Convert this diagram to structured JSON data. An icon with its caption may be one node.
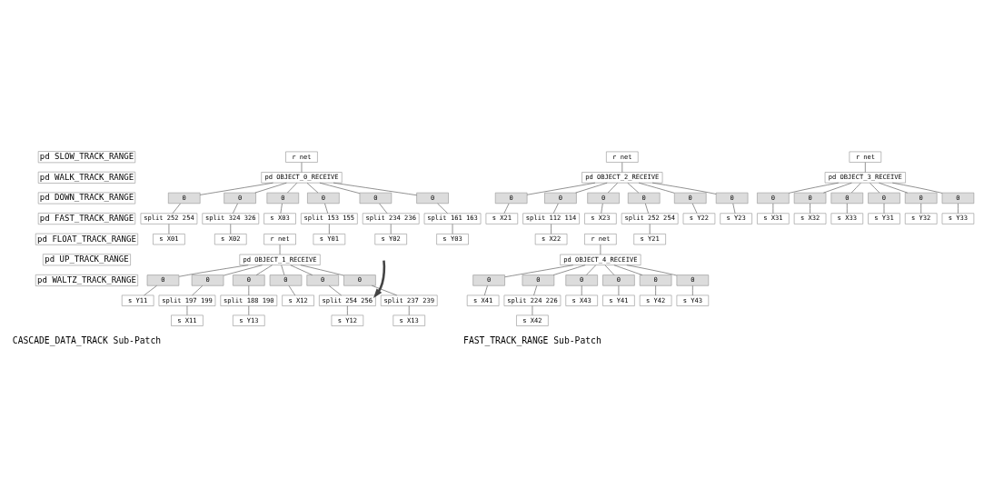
{
  "diagram": {
    "nodes": [
      {
        "text": [
          "pd SLOW_TRACK_RANGE"
        ]
      },
      {
        "text": [
          "pd WALK_TRACK_RANGE"
        ]
      },
      {
        "text": [
          "pd DOWN_TRACK_RANGE"
        ]
      },
      {
        "text": [
          "pd FAST_TRACK_RANGE"
        ]
      },
      {
        "text": [
          "pd FLOAT_TRACK_RANGE"
        ]
      },
      {
        "text": [
          "pd UP_TRACK_RANGE"
        ]
      },
      {
        "text": [
          "pd WALTZ_TRACK_RANGE"
        ]
      },
      {
        "text": [
          "r net"
        ]
      },
      {
        "text": [
          "pd OBJECT_0_RECEIVE"
        ]
      },
      {
        "text": [
          "0"
        ]
      },
      {
        "text": [
          "split 252 254"
        ]
      },
      {
        "text": [
          "s X01"
        ]
      },
      {
        "text": [
          "0"
        ]
      },
      {
        "text": [
          "split 324 326"
        ]
      },
      {
        "text": [
          "s X02"
        ]
      },
      {
        "text": [
          "0"
        ]
      },
      {
        "text": [
          "s X03"
        ]
      },
      {
        "text": [
          "0"
        ]
      },
      {
        "text": [
          "split 153 155"
        ]
      },
      {
        "text": [
          "s Y01"
        ]
      },
      {
        "text": [
          "0"
        ]
      },
      {
        "text": [
          "split 234 236"
        ]
      },
      {
        "text": [
          "s Y02"
        ]
      },
      {
        "text": [
          "0"
        ]
      },
      {
        "text": [
          "split 161 163"
        ]
      },
      {
        "text": [
          "s Y03"
        ]
      },
      {
        "text": [
          "r net"
        ]
      },
      {
        "text": [
          "pd OBJECT_1_RECEIVE"
        ]
      },
      {
        "text": [
          "0"
        ]
      },
      {
        "text": [
          "split 197 199"
        ]
      },
      {
        "text": [
          "s X11"
        ]
      },
      {
        "text": [
          "0"
        ]
      },
      {
        "text": [
          "s X12"
        ]
      },
      {
        "text": [
          "0"
        ]
      },
      {
        "text": [
          "split 237 239"
        ]
      },
      {
        "text": [
          "s X13"
        ]
      },
      {
        "text": [
          "0"
        ]
      },
      {
        "text": [
          "s Y11"
        ]
      },
      {
        "text": [
          "0"
        ]
      },
      {
        "text": [
          "split 254 256"
        ]
      },
      {
        "text": [
          "s Y12"
        ]
      },
      {
        "text": [
          "0"
        ]
      },
      {
        "text": [
          "split 188 190"
        ]
      },
      {
        "text": [
          "s Y13"
        ]
      },
      {
        "text": [
          "r net"
        ]
      },
      {
        "text": [
          "pd OBJECT_2_RECEIVE"
        ]
      },
      {
        "text": [
          "0"
        ]
      },
      {
        "text": [
          "s X21"
        ]
      },
      {
        "text": [
          "0"
        ]
      },
      {
        "text": [
          "split 112 114"
        ]
      },
      {
        "text": [
          "s X22"
        ]
      },
      {
        "text": [
          "0"
        ]
      },
      {
        "text": [
          "s X23"
        ]
      },
      {
        "text": [
          "0"
        ]
      },
      {
        "text": [
          "split 252 254"
        ]
      },
      {
        "text": [
          "s Y21"
        ]
      },
      {
        "text": [
          "0"
        ]
      },
      {
        "text": [
          "s Y22"
        ]
      },
      {
        "text": [
          "0"
        ]
      },
      {
        "text": [
          "s Y23"
        ]
      },
      {
        "text": [
          "r net"
        ]
      },
      {
        "text": [
          "pd OBJECT_3_RECEIVE"
        ]
      },
      {
        "text": [
          "0"
        ]
      },
      {
        "text": [
          "s X31"
        ]
      },
      {
        "text": [
          "0"
        ]
      },
      {
        "text": [
          "s X32"
        ]
      },
      {
        "text": [
          "0"
        ]
      },
      {
        "text": [
          "s X33"
        ]
      },
      {
        "text": [
          "0"
        ]
      },
      {
        "text": [
          "s Y31"
        ]
      },
      {
        "text": [
          "0"
        ]
      },
      {
        "text": [
          "s Y32"
        ]
      },
      {
        "text": [
          "0"
        ]
      },
      {
        "text": [
          "s Y33"
        ]
      },
      {
        "text": [
          "r net"
        ]
      },
      {
        "text": [
          "pd OBJECT_4_RECEIVE"
        ]
      },
      {
        "text": [
          "0"
        ]
      },
      {
        "text": [
          "s X41"
        ]
      },
      {
        "text": [
          "0"
        ]
      },
      {
        "text": [
          "split 224 226"
        ]
      },
      {
        "text": [
          "s X42"
        ]
      },
      {
        "text": [
          "0"
        ]
      },
      {
        "text": [
          "s X43"
        ]
      },
      {
        "text": [
          "0"
        ]
      },
      {
        "text": [
          "s Y41"
        ]
      },
      {
        "text": [
          "0"
        ]
      },
      {
        "text": [
          "s Y42"
        ]
      },
      {
        "text": [
          "0"
        ]
      },
      {
        "text": [
          "s Y43"
        ]
      }
    ],
    "edges": [
      {
        "from": 7,
        "to": 8,
        "arrow": "none"
      },
      {
        "from": 8,
        "to": 9,
        "arrow": "none"
      },
      {
        "from": 9,
        "to": 10,
        "arrow": "none"
      },
      {
        "from": 10,
        "to": 11,
        "arrow": "none"
      },
      {
        "from": 8,
        "to": 12,
        "arrow": "none"
      },
      {
        "from": 12,
        "to": 13,
        "arrow": "none"
      },
      {
        "from": 13,
        "to": 14,
        "arrow": "none"
      },
      {
        "from": 8,
        "to": 15,
        "arrow": "none"
      },
      {
        "from": 15,
        "to": 16,
        "arrow": "none"
      },
      {
        "from": 8,
        "to": 17,
        "arrow": "none"
      },
      {
        "from": 17,
        "to": 18,
        "arrow": "none"
      },
      {
        "from": 18,
        "to": 19,
        "arrow": "none"
      },
      {
        "from": 8,
        "to": 20,
        "arrow": "none"
      },
      {
        "from": 20,
        "to": 21,
        "arrow": "none"
      },
      {
        "from": 21,
        "to": 22,
        "arrow": "none"
      },
      {
        "from": 8,
        "to": 23,
        "arrow": "none"
      },
      {
        "from": 23,
        "to": 24,
        "arrow": "none"
      },
      {
        "from": 24,
        "to": 25,
        "arrow": "none"
      },
      {
        "from": 26,
        "to": 27,
        "arrow": "none"
      },
      {
        "from": 27,
        "to": 28,
        "arrow": "none"
      },
      {
        "from": 28,
        "to": 29,
        "arrow": "none"
      },
      {
        "from": 29,
        "to": 30,
        "arrow": "none"
      },
      {
        "from": 27,
        "to": 31,
        "arrow": "none"
      },
      {
        "from": 31,
        "to": 32,
        "arrow": "none"
      },
      {
        "from": 27,
        "to": 33,
        "arrow": "none"
      },
      {
        "from": 33,
        "to": 34,
        "arrow": "none"
      },
      {
        "from": 34,
        "to": 35,
        "arrow": "none"
      },
      {
        "from": 27,
        "to": 36,
        "arrow": "none"
      },
      {
        "from": 36,
        "to": 37,
        "arrow": "none"
      },
      {
        "from": 27,
        "to": 38,
        "arrow": "none"
      },
      {
        "from": 38,
        "to": 39,
        "arrow": "none"
      },
      {
        "from": 39,
        "to": 40,
        "arrow": "none"
      },
      {
        "from": 27,
        "to": 41,
        "arrow": "none"
      },
      {
        "from": 41,
        "to": 42,
        "arrow": "none"
      },
      {
        "from": 42,
        "to": 43,
        "arrow": "none"
      },
      {
        "from": 44,
        "to": 45,
        "arrow": "none"
      },
      {
        "from": 45,
        "to": 46,
        "arrow": "none"
      },
      {
        "from": 46,
        "to": 47,
        "arrow": "none"
      },
      {
        "from": 45,
        "to": 48,
        "arrow": "none"
      },
      {
        "from": 48,
        "to": 49,
        "arrow": "none"
      },
      {
        "from": 49,
        "to": 50,
        "arrow": "none"
      },
      {
        "from": 45,
        "to": 51,
        "arrow": "none"
      },
      {
        "from": 51,
        "to": 52,
        "arrow": "none"
      },
      {
        "from": 45,
        "to": 53,
        "arrow": "none"
      },
      {
        "from": 53,
        "to": 54,
        "arrow": "none"
      },
      {
        "from": 54,
        "to": 55,
        "arrow": "none"
      },
      {
        "from": 45,
        "to": 56,
        "arrow": "none"
      },
      {
        "from": 56,
        "to": 57,
        "arrow": "none"
      },
      {
        "from": 45,
        "to": 58,
        "arrow": "none"
      },
      {
        "from": 58,
        "to": 59,
        "arrow": "none"
      },
      {
        "from": 60,
        "to": 61,
        "arrow": "none"
      },
      {
        "from": 61,
        "to": 62,
        "arrow": "none"
      },
      {
        "from": 62,
        "to": 63,
        "arrow": "none"
      },
      {
        "from": 61,
        "to": 64,
        "arrow": "none"
      },
      {
        "from": 64,
        "to": 65,
        "arrow": "none"
      },
      {
        "from": 61,
        "to": 66,
        "arrow": "none"
      },
      {
        "from": 66,
        "to": 67,
        "arrow": "none"
      },
      {
        "from": 61,
        "to": 68,
        "arrow": "none"
      },
      {
        "from": 68,
        "to": 69,
        "arrow": "none"
      },
      {
        "from": 61,
        "to": 70,
        "arrow": "none"
      },
      {
        "from": 70,
        "to": 71,
        "arrow": "none"
      },
      {
        "from": 61,
        "to": 72,
        "arrow": "none"
      },
      {
        "from": 72,
        "to": 73,
        "arrow": "none"
      },
      {
        "from": 74,
        "to": 75,
        "arrow": "none"
      },
      {
        "from": 75,
        "to": 76,
        "arrow": "none"
      },
      {
        "from": 76,
        "to": 77,
        "arrow": "none"
      },
      {
        "from": 75,
        "to": 78,
        "arrow": "none"
      },
      {
        "from": 78,
        "to": 79,
        "arrow": "none"
      },
      {
        "from": 79,
        "to": 80,
        "arrow": "none"
      },
      {
        "from": 75,
        "to": 81,
        "arrow": "none"
      },
      {
        "from": 81,
        "to": 82,
        "arrow": "none"
      },
      {
        "from": 75,
        "to": 83,
        "arrow": "none"
      },
      {
        "from": 83,
        "to": 84,
        "arrow": "none"
      },
      {
        "from": 75,
        "to": 85,
        "arrow": "none"
      },
      {
        "from": 85,
        "to": 86,
        "arrow": "none"
      },
      {
        "from": 75,
        "to": 87,
        "arrow": "none"
      },
      {
        "from": 87,
        "to": 88,
        "arrow": "none"
      },
      {
        "from": null,
        "to": 39,
        "arrow": "to",
        "style": "thick",
        "color": "#444444"
      }
    ],
    "labels": [
      "CASCADE_DATA_TRACK Sub-Patch",
      "FAST_TRACK_RANGE Sub-Patch"
    ]
  }
}
